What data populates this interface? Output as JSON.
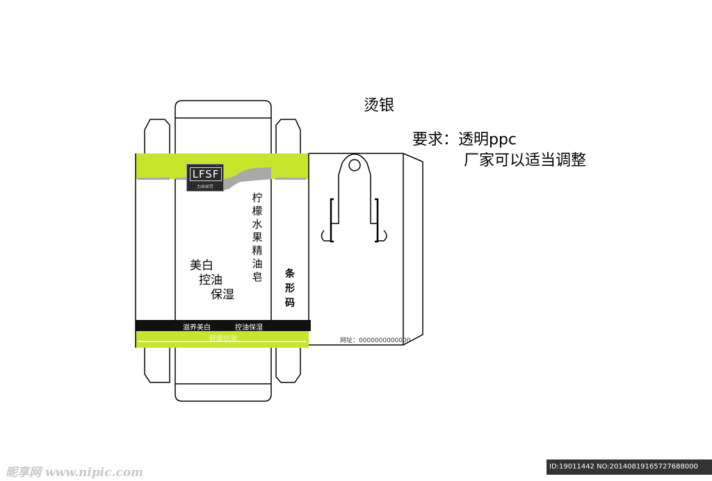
{
  "notes": {
    "hot_stamp": "烫银",
    "requirement_label": "要求：透明ppc",
    "requirement_detail": "厂家可以适当调整"
  },
  "box": {
    "product_name": "柠檬水果精油皂",
    "barcode_label": "条形码",
    "claims": [
      "美白",
      "控油",
      "保湿"
    ],
    "band_left": "滋养美白",
    "band_right": "控油保湿",
    "band_bottom": "舒缓抗皱",
    "website": "网址：0000000000000"
  },
  "logo": {
    "letters": "LFSF",
    "subtitle": "力丝丝芳",
    "reg_mark": "®"
  },
  "watermark": {
    "site": "昵享网 www.nipic.com",
    "id_line": "ID:19011442 NO:20140819165727688000"
  },
  "colors": {
    "lime": "#c7e52c",
    "black_band": "#111111",
    "outline": "#000000",
    "gray_swoosh": "#a9a9a9"
  }
}
